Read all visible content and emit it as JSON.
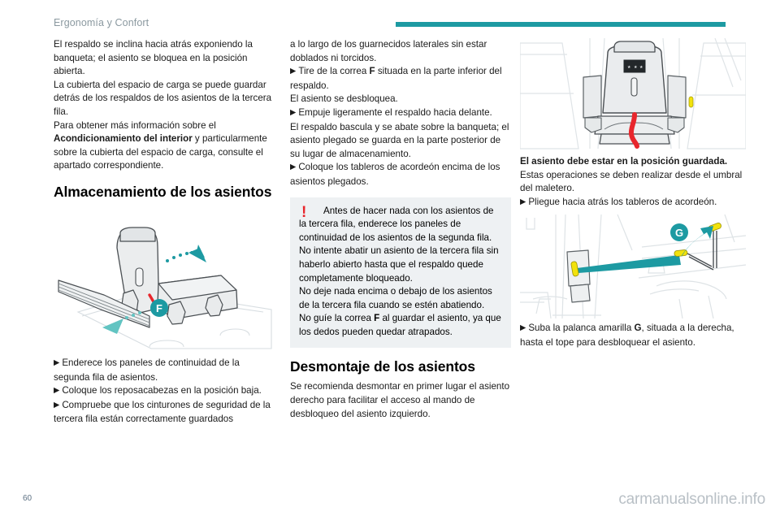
{
  "header": {
    "title": "Ergonomía y Confort",
    "rule_color": "#1d9aa2"
  },
  "columns": {
    "col1": {
      "paragraph1": "El respaldo se inclina hacia atrás exponiendo la banqueta; el asiento se bloquea en la posición abierta.",
      "paragraph2": "La cubierta del espacio de carga se puede guardar detrás de los respaldos de los asientos de la tercera fila.",
      "paragraph3_part1": "Para obtener más información sobre el ",
      "paragraph3_bold": "Acondicionamiento del interior",
      "paragraph3_part2": " y particularmente sobre la cubierta del espacio de carga, consulte el apartado correspondiente.",
      "section_title": "Almacenamiento de los asientos",
      "figure_caption_label": "F",
      "bullet1": "Enderece los paneles de continuidad de la segunda fila de asientos.",
      "bullet2": "Coloque los reposacabezas en la posición baja.",
      "bullet3": "Compruebe que los cinturones de seguridad de la tercera fila están correctamente guardados"
    },
    "col2": {
      "paragraph1": "a lo largo de los guarnecidos laterales sin estar doblados ni torcidos.",
      "bullet1_pre": "Tire de la correa ",
      "bullet1_bold": "F",
      "bullet1_post": " situada en la parte inferior del respaldo.",
      "paragraph2": "El asiento se desbloquea.",
      "bullet2": "Empuje ligeramente el respaldo hacia delante.",
      "paragraph3": "El respaldo bascula y se abate sobre la banqueta; el asiento plegado se guarda en la parte posterior de su lugar de almacenamiento.",
      "bullet3": "Coloque los tableros de acordeón encima de los asientos plegados.",
      "warning": {
        "icon": "exclamation-mark",
        "icon_color": "#e8262c",
        "background": "#eef1f3",
        "line1": "Antes de hacer nada con los asientos de la tercera fila, enderece los paneles de continuidad de los asientos de la segunda fila.",
        "line2": "No intente abatir un asiento de la tercera fila sin haberlo abierto hasta que el respaldo quede completamente bloqueado.",
        "line3": "No deje nada encima o debajo de los asientos de la tercera fila cuando se estén abatiendo.",
        "line4_pre": "No guíe la correa ",
        "line4_bold": "F",
        "line4_post": " al guardar el asiento, ya que los dedos pueden quedar atrapados."
      },
      "section_title": "Desmontaje de los asientos",
      "paragraph4": "Se recomienda desmontar en primer lugar el asiento derecho para facilitar el acceso al mando de desbloqueo del asiento izquierdo."
    },
    "col3": {
      "bold_lead": "El asiento debe estar en la posición guardada.",
      "paragraph1": "Estas operaciones se deben realizar desde el umbral del maletero.",
      "bullet1": "Pliegue hacia atrás los tableros de acordeón.",
      "figure_caption_label": "G",
      "bullet2_pre": "Suba la palanca amarilla ",
      "bullet2_bold": "G",
      "bullet2_post": ", situada a la derecha, hasta el tope para desbloquear el asiento."
    }
  },
  "figures": {
    "seat_storage": {
      "badge": "F",
      "badge_color": "#1d9aa2",
      "strap_color": "#e8262c"
    },
    "seat_stowed": {
      "strap_color": "#e8262c"
    },
    "yellow_lever": {
      "badge": "G",
      "badge_color": "#1d9aa2",
      "lever_color": "#f2e20c",
      "arrow_color": "#1d9aa2"
    }
  },
  "footer": {
    "page_number": "60",
    "watermark": "carmanualsonline.info"
  },
  "bullet_glyph": "▶"
}
